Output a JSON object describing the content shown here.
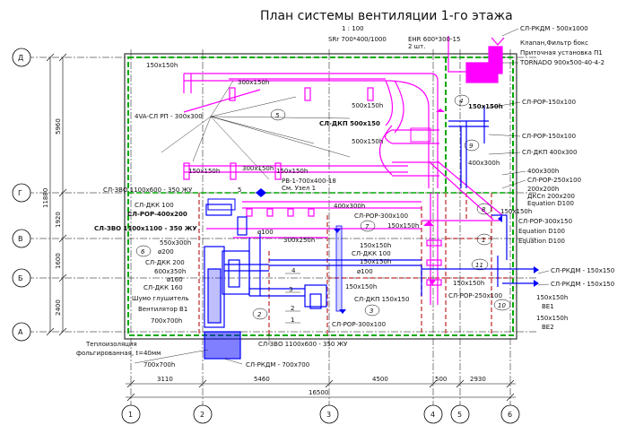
{
  "title": "План системы вентиляции 1-го этажа",
  "scale": "1 : 100",
  "axes": {
    "letters": [
      "Д",
      "Г",
      "В",
      "Б",
      "А"
    ],
    "numbers": [
      "1",
      "2",
      "3",
      "4",
      "5",
      "6"
    ]
  },
  "dims": {
    "left_total": "11880",
    "left_top": "5960",
    "left_g": "1920",
    "left_v": "1600",
    "left_b": "2400",
    "bottom": [
      "3110",
      "5460",
      "4500",
      "500",
      "2930"
    ],
    "bottom_total": "16500"
  },
  "rooms": [
    "5",
    "9",
    "4",
    "8",
    "7",
    "6",
    "1",
    "2",
    "3",
    "10",
    "11"
  ],
  "labels": {
    "srr": "SRr 700*400/1000",
    "ehr": "EHR 600*300-15",
    "ehr2": "2 шт.",
    "klapan": "Клапан,Фильтр бокс",
    "pritoch": "Приточная установка П1",
    "tornado": "TORNADO 900х500-40-4-2",
    "sl_rkdm_top": "СЛ-РКДМ - 500х1000",
    "d150x150_tl": "150х150h",
    "d300x150_a": "300х150h",
    "d500x150_a": "500х150h",
    "d500x150_b": "500х150h",
    "d150x150_r": "150х150h",
    "vasl": "4VA-СЛ РП - 300х300",
    "sldkp500": "СЛ-ДКП 500х150",
    "slpop150_a": "СЛ-РОР-150х100",
    "slpop150_b": "СЛ-РОР-150х100",
    "sldkp400": "СЛ-ДКП 400х300",
    "d400x300": "400х300h",
    "d150x150_b1": "150х150h",
    "d300x150_b": "300х150h",
    "d150x150_b2": "150х150h",
    "rv": "РВ-1-700х400-18",
    "sm": "См. Узел 1",
    "d400x300_b": "400х300h",
    "d400x300_c": "400х300h",
    "slpop250": "СЛ-РОР-250х100",
    "d200x200": "200х200h",
    "dksp": "ДКСп 200х200",
    "equation_a": "Equation D100",
    "sl3vo1": "СЛ-ЗВО 1100х600 - 350 ЖУ",
    "sldkk100a": "СЛ-ДКК 100",
    "slpop400": "СЛ-РОР-400х200",
    "sl3vo2": "СЛ-ЗВО 1100х1100 - 350 ЖУ",
    "slpop300a": "СЛ-РОР-300х100",
    "d150x150_c": "150х150h",
    "slpop300b": "СЛ-РОР-300х150",
    "d150x150_d": "150х150h",
    "equation_b": "Equation D100",
    "equation_c": "Equation D100",
    "d550x300": "550х300h",
    "o200a": "ø200",
    "o100a": "ø100",
    "d300x250": "300х250h",
    "d150x150_e": "150х150h",
    "sldkk100b": "СЛ-ДКК 100",
    "d150x150_f": "150х150h",
    "sldkk200": "СЛ-ДКК 200",
    "d600x350": "600х350h",
    "o160": "ø160",
    "sldkk160": "СЛ-ДКК 160",
    "o100b": "ø100",
    "shum": "Шумо глушитель",
    "vent": "Вентилятор В1",
    "d700x700a": "700х700h",
    "d150x150_g": "150х150h",
    "sldkp150": "СЛ-ДКП 150х150",
    "slpop250b": "СЛ-РОР-250х100",
    "slpop300c": "СЛ-РОР-300х100",
    "slrkdm150a": "СЛ-РКДМ - 150х150",
    "slrkdm150b": "СЛ-РКДМ - 150х150",
    "d150x150_h": "150х150h",
    "be1": "ВЕ1",
    "d150x150_i": "150х150h",
    "be2": "ВЕ2",
    "teplo1": "Теплоизоляция",
    "teplo2": "фольгированная, t=40мм",
    "d700x700b": "700х700h",
    "slrkdm700": "СЛ-РКДМ - 700х700",
    "sl3vo3": "СЛ-ЗВО 1100х600 - 350 ЖУ",
    "n1": "1",
    "n2": "2",
    "n3": "3",
    "n4": "4",
    "n5": "5"
  },
  "colors": {
    "supply": "#ff00ff",
    "exhaust": "#0000ff",
    "wall": "#00aa00",
    "wall_red": "#c85050",
    "dim_line": "#000000"
  }
}
